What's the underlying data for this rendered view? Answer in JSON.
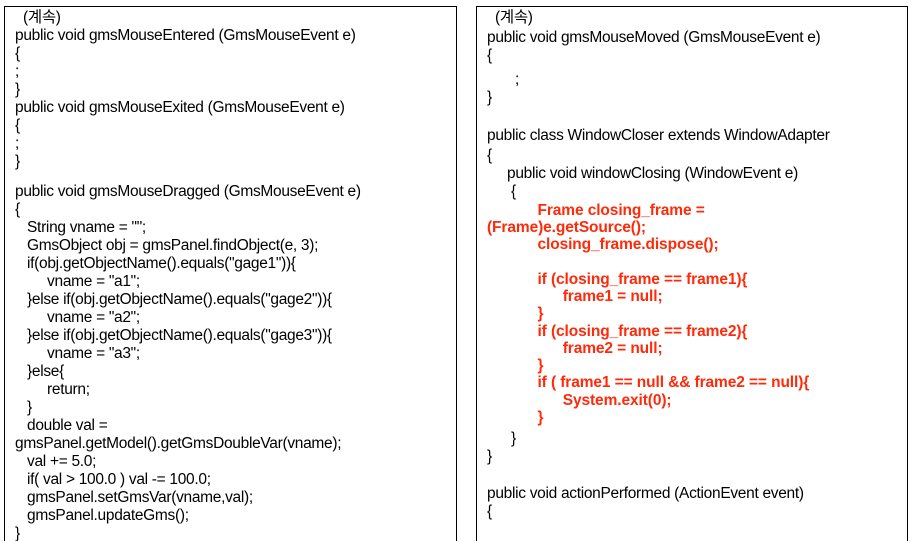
{
  "accent_color": "#ff2a0a",
  "left_panel": {
    "lines": [
      {
        "text": "  (계속)",
        "highlight": false
      },
      {
        "text": "public void gmsMouseEntered (GmsMouseEvent e)",
        "highlight": false
      },
      {
        "text": "{",
        "highlight": false
      },
      {
        "text": ";",
        "highlight": false
      },
      {
        "text": "}",
        "highlight": false
      },
      {
        "text": "public void gmsMouseExited (GmsMouseEvent e)",
        "highlight": false
      },
      {
        "text": "{",
        "highlight": false
      },
      {
        "text": ";",
        "highlight": false
      },
      {
        "text": "}",
        "highlight": false
      },
      {
        "text": "public void gmsMouseDragged (GmsMouseEvent e)",
        "highlight": false
      },
      {
        "text": "{",
        "highlight": false
      },
      {
        "text": "   String vname = \"\";",
        "highlight": false
      },
      {
        "text": "   GmsObject obj = gmsPanel.findObject(e, 3);",
        "highlight": false
      },
      {
        "text": "   if(obj.getObjectName().equals(\"gage1\")){",
        "highlight": false
      },
      {
        "text": "        vname = \"a1\";",
        "highlight": false
      },
      {
        "text": "   }else if(obj.getObjectName().equals(\"gage2\")){",
        "highlight": false
      },
      {
        "text": "        vname = \"a2\";",
        "highlight": false
      },
      {
        "text": "   }else if(obj.getObjectName().equals(\"gage3\")){",
        "highlight": false
      },
      {
        "text": "        vname = \"a3\";",
        "highlight": false
      },
      {
        "text": "   }else{",
        "highlight": false
      },
      {
        "text": "        return;",
        "highlight": false
      },
      {
        "text": "   }",
        "highlight": false
      },
      {
        "text": "   double val =",
        "highlight": false
      },
      {
        "text": "gmsPanel.getModel().getGmsDoubleVar(vname);",
        "highlight": false
      },
      {
        "text": "   val += 5.0;",
        "highlight": false
      },
      {
        "text": "   if( val > 100.0 ) val -= 100.0;",
        "highlight": false
      },
      {
        "text": "   gmsPanel.setGmsVar(vname,val);",
        "highlight": false
      },
      {
        "text": "   gmsPanel.updateGms();",
        "highlight": false
      },
      {
        "text": "}",
        "highlight": false
      }
    ]
  },
  "right_panel": {
    "lines": [
      {
        "text": "  (계속)",
        "highlight": false
      },
      {
        "text": "public void gmsMouseMoved (GmsMouseEvent e)",
        "highlight": false
      },
      {
        "text": "{",
        "highlight": false
      },
      {
        "text": "       ;",
        "highlight": false
      },
      {
        "text": "}",
        "highlight": false
      },
      {
        "text": "public class WindowCloser extends WindowAdapter",
        "highlight": false
      },
      {
        "text": "{",
        "highlight": false
      },
      {
        "text": "     public void windowClosing (WindowEvent e)",
        "highlight": false
      },
      {
        "text": "      {",
        "highlight": false
      },
      {
        "text": "            Frame closing_frame =",
        "highlight": true
      },
      {
        "text": "(Frame)e.getSource();",
        "highlight": true
      },
      {
        "text": "            closing_frame.dispose();",
        "highlight": true
      },
      {
        "text": "            if (closing_frame == frame1){",
        "highlight": true
      },
      {
        "text": "                  frame1 = null;",
        "highlight": true
      },
      {
        "text": "            }",
        "highlight": true
      },
      {
        "text": "            if (closing_frame == frame2){",
        "highlight": true
      },
      {
        "text": "                  frame2 = null;",
        "highlight": true
      },
      {
        "text": "            }",
        "highlight": true
      },
      {
        "text": "            if ( frame1 == null && frame2 == null){",
        "highlight": true
      },
      {
        "text": "                  System.exit(0);",
        "highlight": true
      },
      {
        "text": "            }",
        "highlight": true
      },
      {
        "text": "      }",
        "highlight": false
      },
      {
        "text": "}",
        "highlight": false
      },
      {
        "text": "public void actionPerformed (ActionEvent event)",
        "highlight": false
      },
      {
        "text": "{",
        "highlight": false
      }
    ]
  }
}
